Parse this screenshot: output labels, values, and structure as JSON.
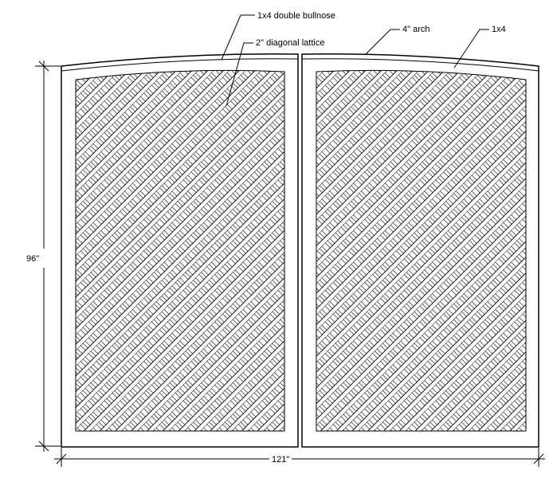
{
  "labels": {
    "trim": "1x4 double bullnose",
    "lattice": "2\" diagonal lattice",
    "arch": "4\" arch",
    "board": "1x4"
  },
  "dimensions": {
    "height": "96\"",
    "width": "121\""
  }
}
